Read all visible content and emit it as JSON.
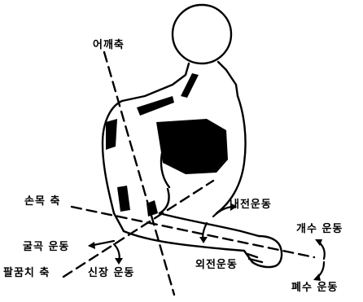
{
  "colors": {
    "ink": "#000000",
    "paper": "#ffffff"
  },
  "labels": {
    "shoulder_axis": "어깨축",
    "wrist_axis": "손목  축",
    "elbow_axis": "팔꿈치  축",
    "flexion": "굴곡  운동",
    "extension": "신장  운동",
    "pronation": "내전운동",
    "supination": "외전운동",
    "opening": "개수  운동",
    "closing": "폐수  운동"
  }
}
